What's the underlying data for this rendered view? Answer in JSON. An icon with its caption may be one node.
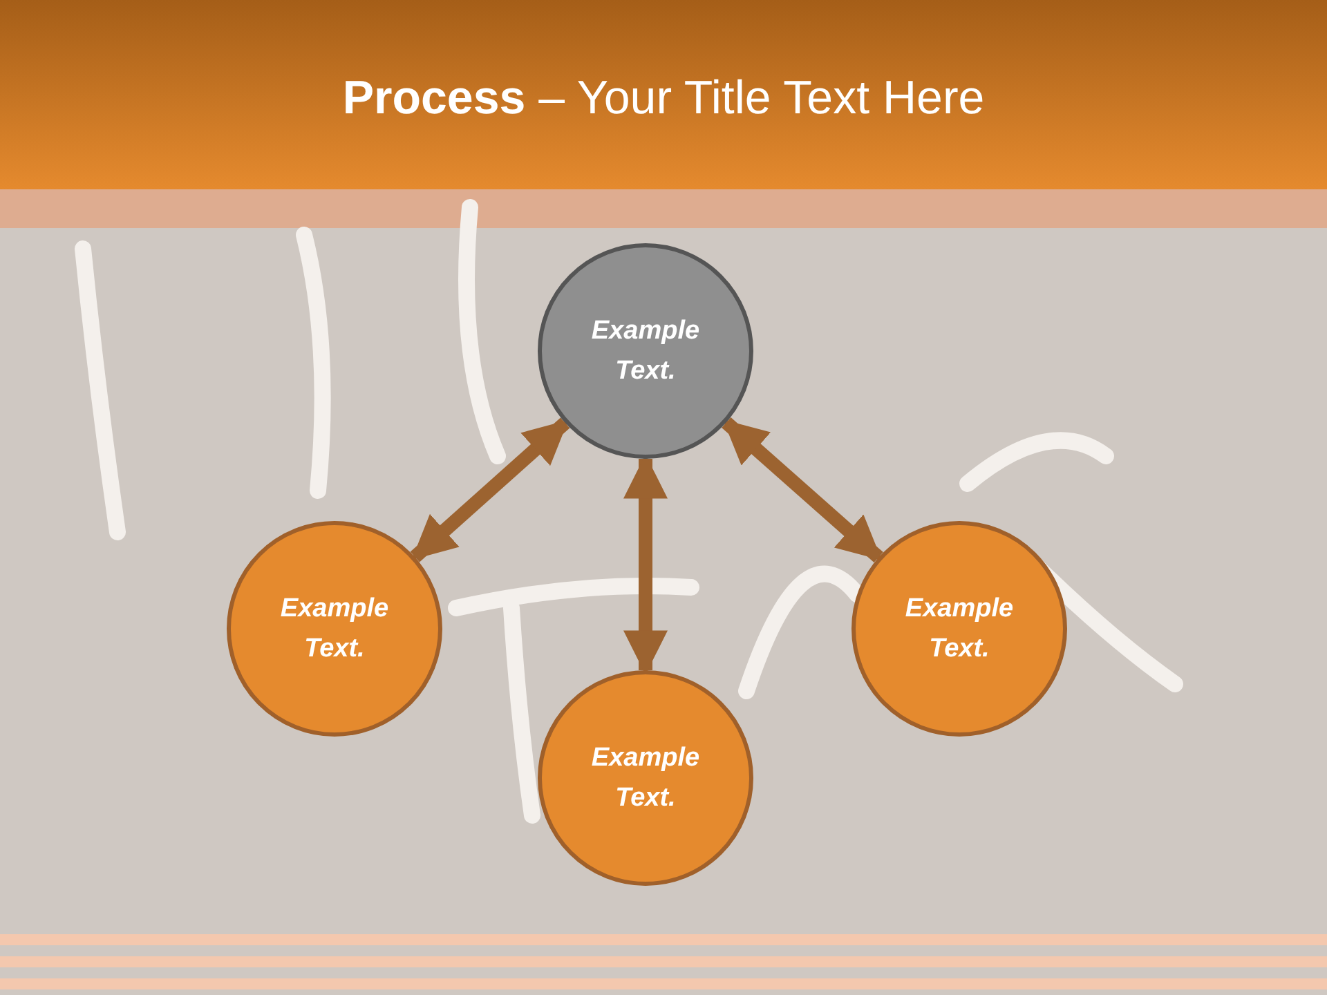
{
  "diagram": {
    "title": "**Process** – Your Title Text Here",
    "nodes": [
      {
        "text": [
          "Example Text."
        ]
      },
      {
        "text": [
          "Example Text."
        ]
      },
      {
        "text": [
          "Example Text."
        ]
      },
      {
        "text": [
          "Example Text."
        ]
      }
    ],
    "edges": [
      {
        "from": 1,
        "to": 0,
        "arrow": "both"
      },
      {
        "from": 0,
        "to": 3,
        "arrow": "both"
      },
      {
        "from": 0,
        "to": 2,
        "arrow": "both"
      }
    ]
  }
}
